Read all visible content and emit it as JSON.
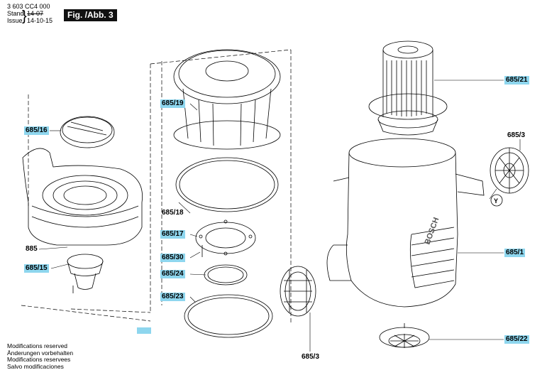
{
  "header": {
    "doc_number": "3 603 CC4 000",
    "stand_label": "Stand",
    "stand_value": "14-07",
    "issue_label": "Issue",
    "issue_value": "14-10-15",
    "figure": "Fig. /Abb. 3"
  },
  "callouts": [
    {
      "id": "685-16",
      "text": "685/16",
      "highlight": true
    },
    {
      "id": "885",
      "text": "885",
      "highlight": false
    },
    {
      "id": "685-15",
      "text": "685/15",
      "highlight": true
    },
    {
      "id": "685-19",
      "text": "685/19",
      "highlight": true
    },
    {
      "id": "685-18",
      "text": "685/18",
      "highlight": false
    },
    {
      "id": "685-17",
      "text": "685/17",
      "highlight": true
    },
    {
      "id": "685-30",
      "text": "685/30",
      "highlight": true
    },
    {
      "id": "685-24",
      "text": "685/24",
      "highlight": true
    },
    {
      "id": "685-23",
      "text": "685/23",
      "highlight": true
    },
    {
      "id": "685-21",
      "text": "685/21",
      "highlight": true
    },
    {
      "id": "685-3a",
      "text": "685/3",
      "highlight": false
    },
    {
      "id": "685-1",
      "text": "685/1",
      "highlight": true
    },
    {
      "id": "685-3b",
      "text": "685/3",
      "highlight": false
    },
    {
      "id": "685-22",
      "text": "685/22",
      "highlight": true
    }
  ],
  "y_marker": "Y",
  "brand_on_tank": "BOSCH",
  "footer": {
    "lines": [
      "Modifications reserved",
      "Änderungen vorbehalten",
      "Modifications reservees",
      "Salvo modificaciones"
    ]
  },
  "colors": {
    "callout_highlight": "#8ed6ee",
    "line": "#000000"
  }
}
